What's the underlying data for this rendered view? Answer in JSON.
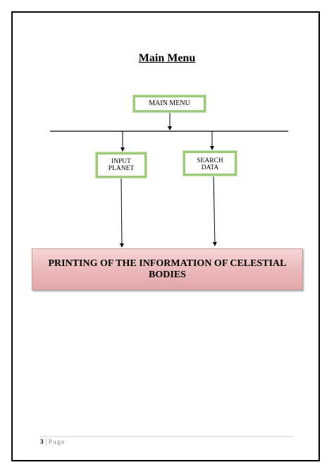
{
  "title": "Main Menu",
  "nodes": {
    "main_menu": "MAIN MENU",
    "input_planet": [
      "INPUT",
      "PLANET"
    ],
    "search_data": [
      "SEARCH",
      "DATA"
    ],
    "output": "PRINTING OF THE INFORMATION OF CELESTIAL BODIES"
  },
  "colors": {
    "box_border": "#9ccc7a",
    "output_fill": "#ecbcbd"
  },
  "footer": {
    "page_number": "3",
    "separator": "|",
    "page_word": "Page"
  }
}
